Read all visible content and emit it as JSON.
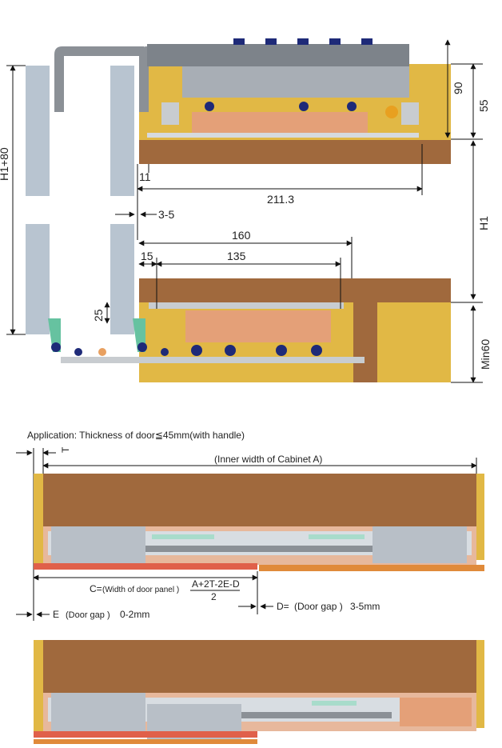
{
  "top_diagram": {
    "dim_h1_plus_80": "H1+80",
    "dim_90": "90",
    "dim_55": "55",
    "dim_11": "11",
    "dim_211_3": "211.3",
    "dim_3_5": "3-5",
    "dim_h1": "H1",
    "dim_160": "160",
    "dim_15": "15",
    "dim_135": "135",
    "dim_25": "25",
    "dim_min60": "Min60"
  },
  "bottom_diagram": {
    "application_note": "Application:  Thickness of door≦45mm(with handle)",
    "t_marker": "T",
    "inner_width_label": "(Inner width of Cabinet A)",
    "c_prefix": "C=",
    "c_paren": "(Width of door panel )",
    "c_numerator": "A+2T-2E-D",
    "c_denominator": "2",
    "d_label": "D=",
    "d_paren": "(Door gap )",
    "d_value": "3-5mm",
    "e_label": "E",
    "e_paren": "(Door gap )",
    "e_value": "0-2mm"
  },
  "colors": {
    "wood": "#a0693d",
    "yellow": "#e1b845",
    "panel": "#b8c4d0",
    "rail": "#8b9096",
    "copper": "#e4a078",
    "navy": "#1e2a78",
    "door_red": "#e0604a"
  }
}
